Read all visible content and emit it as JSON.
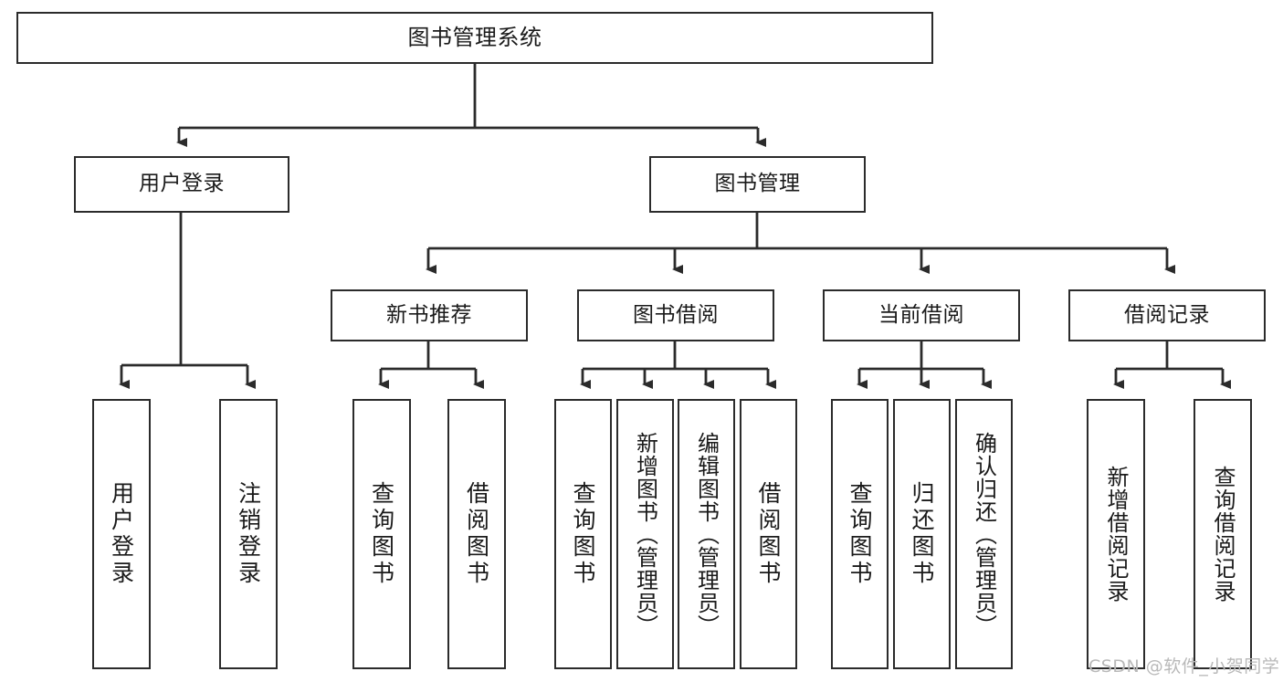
{
  "diagram": {
    "type": "hierarchy-tree",
    "title": "图书管理系统",
    "root": {
      "label": "图书管理系统"
    },
    "level2": [
      {
        "label": "用户登录"
      },
      {
        "label": "图书管理"
      }
    ],
    "level3": [
      {
        "label": "新书推荐"
      },
      {
        "label": "图书借阅"
      },
      {
        "label": "当前借阅"
      },
      {
        "label": "借阅记录"
      }
    ],
    "leaves": {
      "user_login": [
        {
          "label": "用户登录"
        },
        {
          "label": "注销登录"
        }
      ],
      "new_book_recommend": [
        {
          "label": "查询图书"
        },
        {
          "label": "借阅图书"
        }
      ],
      "book_borrow": [
        {
          "label": "查询图书"
        },
        {
          "label": "新增图书（管理员）"
        },
        {
          "label": "编辑图书（管理员）"
        },
        {
          "label": "借阅图书"
        }
      ],
      "current_borrow": [
        {
          "label": "查询图书"
        },
        {
          "label": "归还图书"
        },
        {
          "label": "确认归还（管理员）"
        }
      ],
      "borrow_record": [
        {
          "label": "新增借阅记录"
        },
        {
          "label": "查询借阅记录"
        }
      ]
    }
  },
  "watermark": {
    "text": "CSDN @软件_小贺同学"
  },
  "colors": {
    "line": "#2b2b2b",
    "box_fill": "#ffffff",
    "text": "#1a1a1a",
    "watermark": "#b9b9b9"
  }
}
